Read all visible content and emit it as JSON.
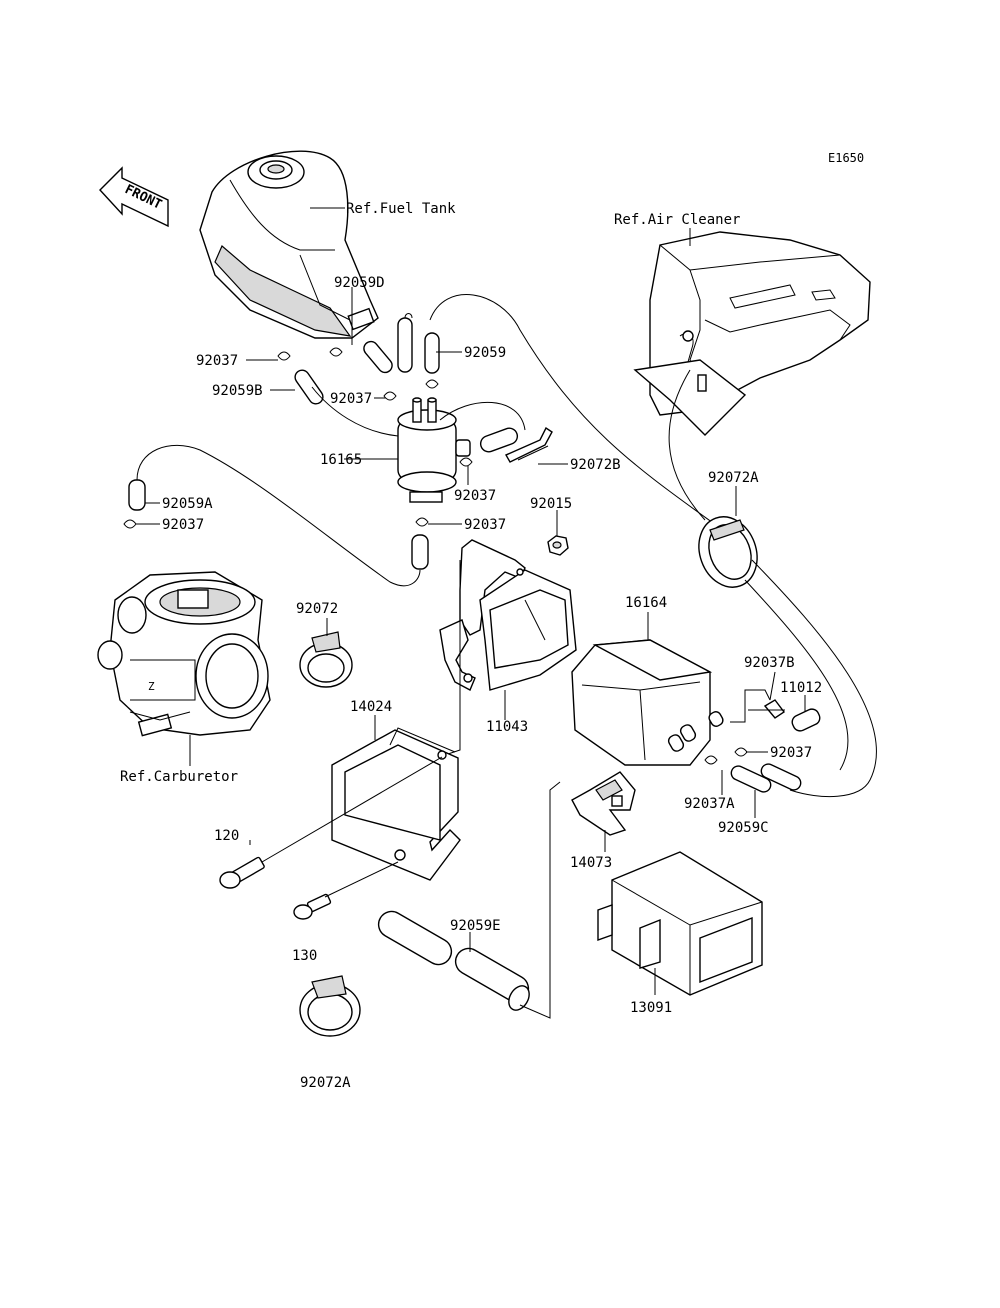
{
  "diagram_code": "E1650",
  "front_label": "FRONT",
  "labels": {
    "ref_fuel_tank": "Ref.Fuel Tank",
    "ref_air_cleaner": "Ref.Air Cleaner",
    "ref_carburetor": "Ref.Carburetor",
    "p_92059D": "92059D",
    "p_92037_a": "92037",
    "p_92059": "92059",
    "p_92059B": "92059B",
    "p_92037_b": "92037",
    "p_16165": "16165",
    "p_92072B": "92072B",
    "p_92037_c": "92037",
    "p_92059A": "92059A",
    "p_92037_d": "92037",
    "p_92015": "92015",
    "p_92037_e": "92037",
    "p_92072A_top": "92072A",
    "p_92072": "92072",
    "p_16164": "16164",
    "p_92037B": "92037B",
    "p_11012": "11012",
    "p_14024": "14024",
    "p_11043": "11043",
    "p_92037_f": "92037",
    "p_92037A": "92037A",
    "p_92059C": "92059C",
    "p_120": "120",
    "p_14073": "14073",
    "p_92059E": "92059E",
    "p_130": "130",
    "p_13091": "13091",
    "p_92072A_bottom": "92072A"
  }
}
